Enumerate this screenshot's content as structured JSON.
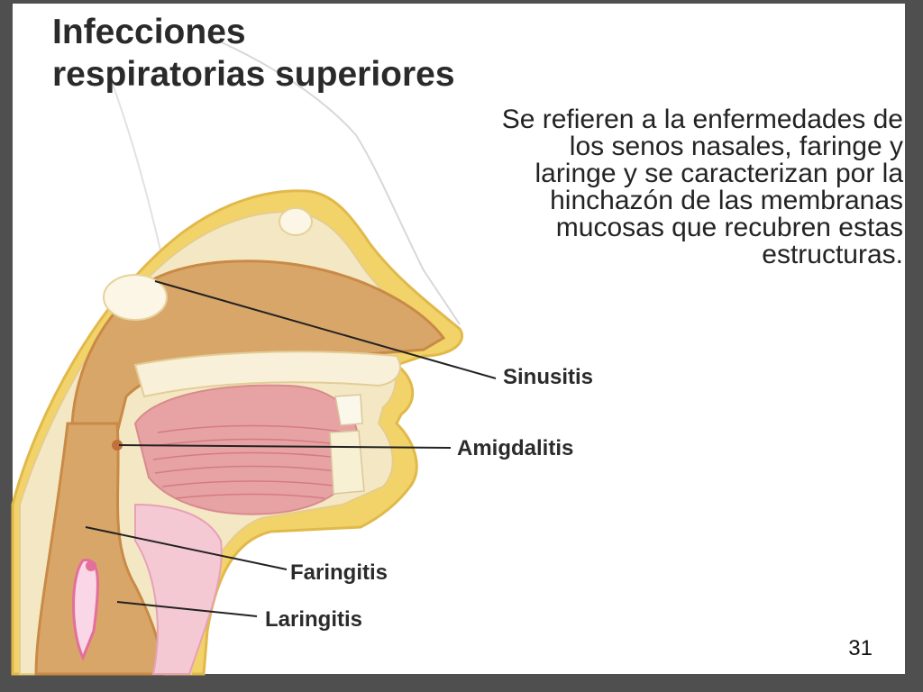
{
  "slide": {
    "title_line1": "Infecciones",
    "title_line2": "respiratorias superiores",
    "description": "Se refieren a la enfermedades de los senos nasales, faringe y laringe y se caracterizan por la hinchazón de las membranas mucosas que recubren estas estructuras.",
    "page_number": "31"
  },
  "labels": {
    "sinusitis": "Sinusitis",
    "amigdalitis": "Amigdalitis",
    "faringitis": "Faringitis",
    "laringitis": "Laringitis"
  },
  "colors": {
    "frame": "#4f4f4f",
    "skin_outline": "#f2d36a",
    "bone": "#f4e8c4",
    "cavity_tan": "#d9a66a",
    "mucosa_brown": "#c98a45",
    "tongue_pink": "#e7a2a4",
    "leader_line": "#222222"
  }
}
